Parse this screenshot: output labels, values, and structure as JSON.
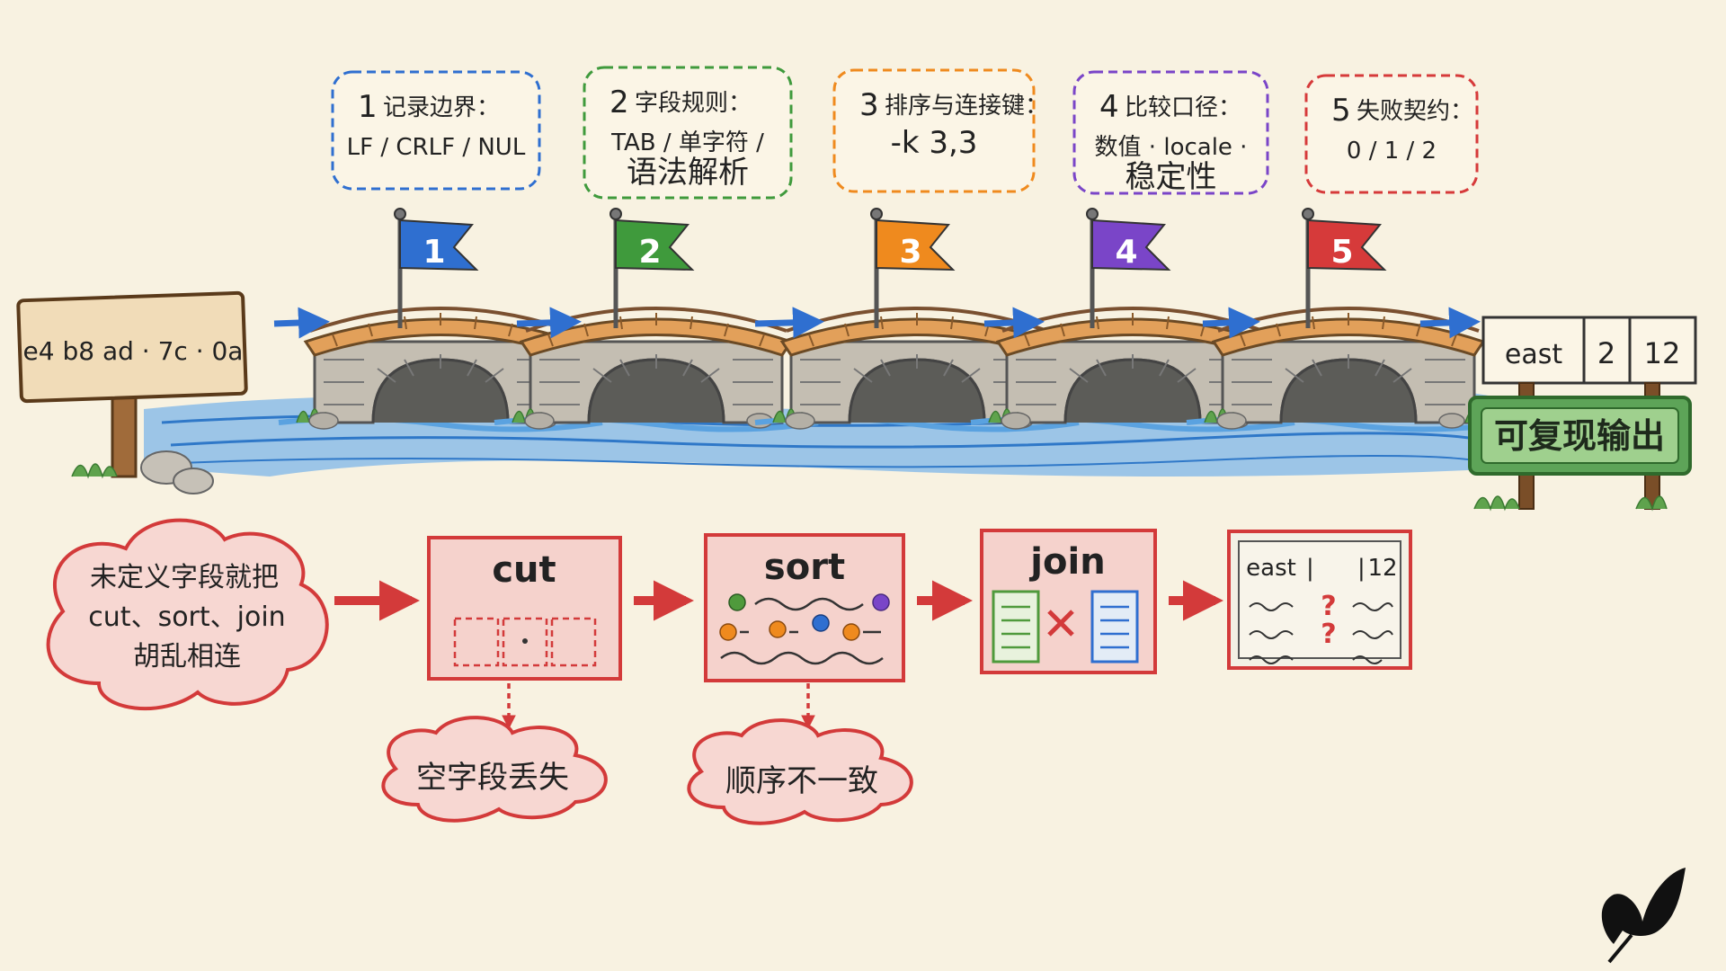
{
  "input_sign": {
    "text": "e4 b8 ad · 7c · 0a"
  },
  "steps": [
    {
      "number": "1",
      "title": "记录边界：",
      "detail_lines": [
        "LF / CRLF / NUL"
      ],
      "color": "#2f6fd0",
      "flag_number": "1"
    },
    {
      "number": "2",
      "title": "字段规则：",
      "detail_lines": [
        "TAB / 单字符 /",
        "语法解析"
      ],
      "color": "#3f9a3c",
      "flag_number": "2"
    },
    {
      "number": "3",
      "title": "排序与连接键：",
      "detail_lines": [
        "-k 3,3"
      ],
      "color": "#ef8a1e",
      "flag_number": "3"
    },
    {
      "number": "4",
      "title": "比较口径：",
      "detail_lines": [
        "数值 · locale ·",
        "稳定性"
      ],
      "color": "#7a45c8",
      "flag_number": "4"
    },
    {
      "number": "5",
      "title": "失败契约：",
      "detail_lines": [
        "0 / 1 / 2"
      ],
      "color": "#d63a3a",
      "flag_number": "5"
    }
  ],
  "output": {
    "table_cells": [
      "east",
      "2",
      "12"
    ],
    "sign_text": "可复现输出",
    "sign_color": "#4f9a4a"
  },
  "failure": {
    "cloud_lines": [
      "未定义字段就把",
      "cut、sort、join",
      "胡乱相连"
    ],
    "stages": [
      {
        "label": "cut",
        "result": "空字段丢失"
      },
      {
        "label": "sort",
        "result": "顺序不一致"
      },
      {
        "label": "join",
        "result": null
      }
    ],
    "broken_table": {
      "col1": "east",
      "col2": "12",
      "marks": [
        "?",
        "?"
      ]
    },
    "color": "#d33a3a"
  },
  "colors": {
    "water": "#5aa2e0",
    "bridge_stone": "#b7b1a6",
    "deck": "#e2a05a",
    "arrow_blue": "#2f6fd0",
    "background": "#f8f2e1"
  },
  "icons": [
    "butterfly-logo-icon"
  ]
}
